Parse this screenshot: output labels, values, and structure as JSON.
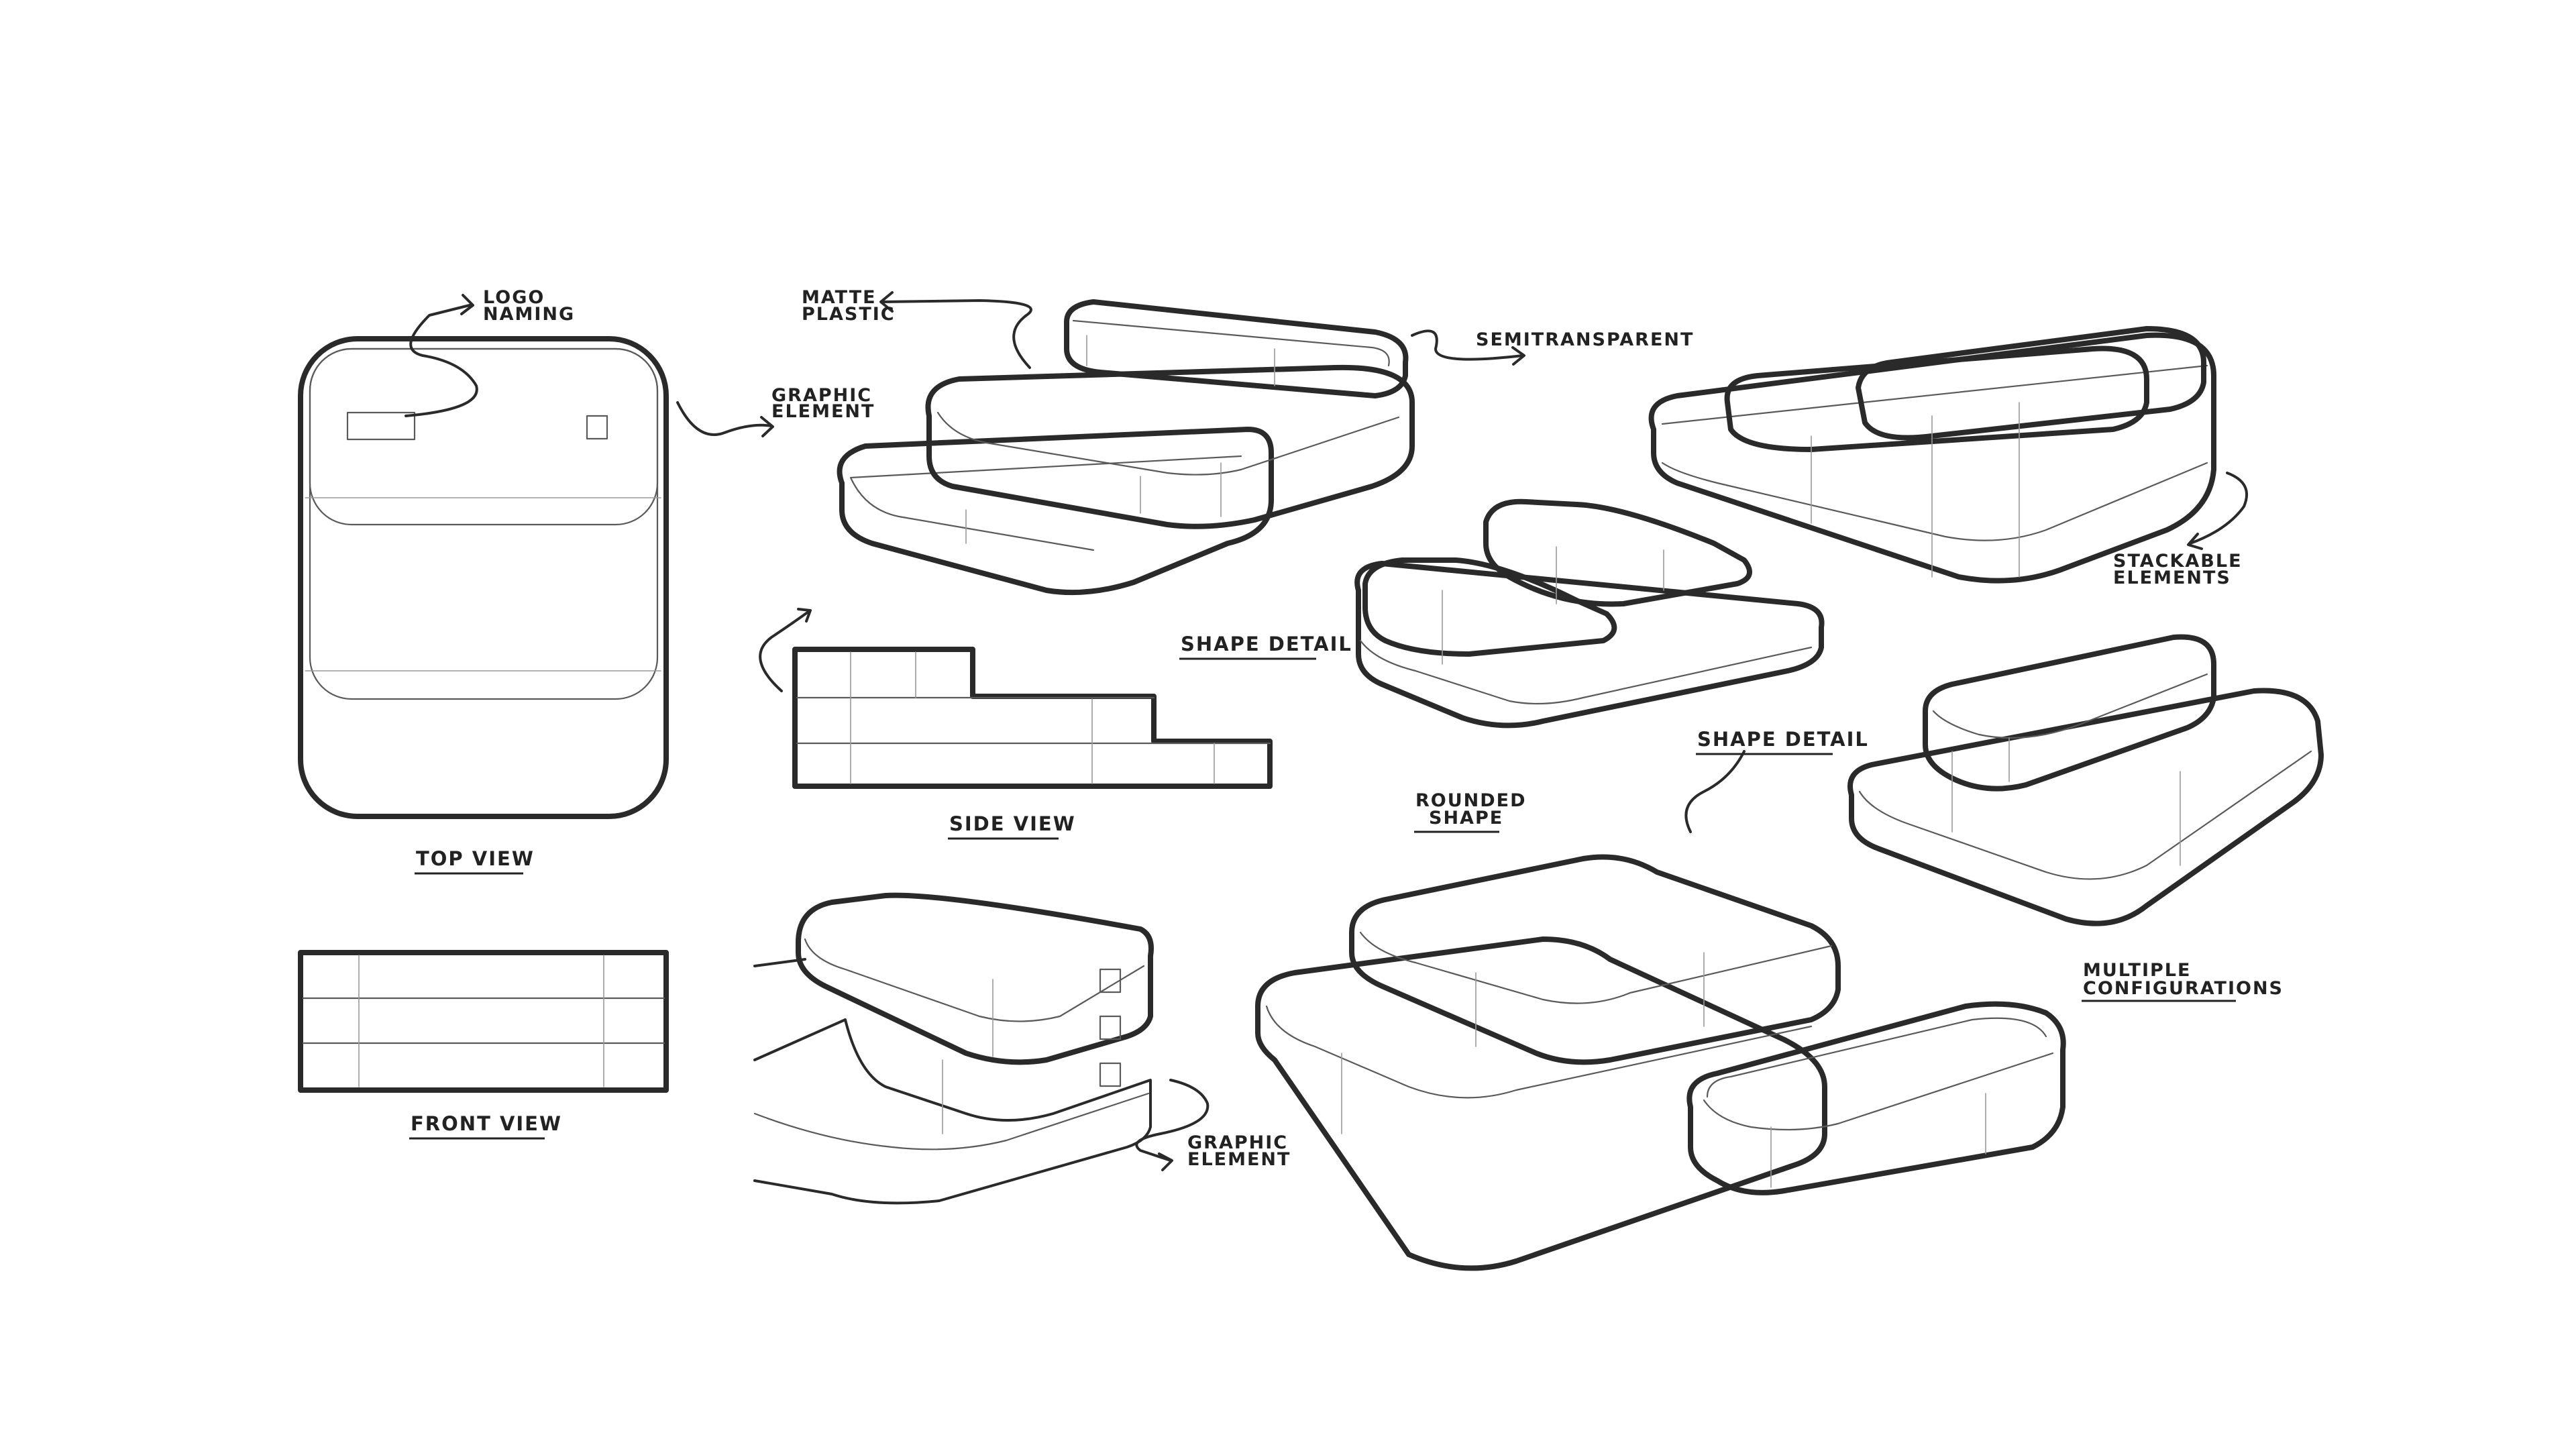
{
  "labels": {
    "logo_naming": [
      "LOGO",
      "NAMING"
    ],
    "graphic_element_top": [
      "GRAPHIC",
      "ELEMENT"
    ],
    "matte_plastic": [
      "MATTE",
      "PLASTIC"
    ],
    "semitransparent": "SEMITRANSPARENT",
    "stackable_elements": [
      "STACKABLE",
      "ELEMENTS"
    ],
    "shape_detail_1": "SHAPE DETAIL",
    "shape_detail_2": "SHAPE DETAIL",
    "side_view": "SIDE VIEW",
    "top_view": "TOP VIEW",
    "front_view": "FRONT VIEW",
    "rounded_shape": [
      "ROUNDED",
      "SHAPE"
    ],
    "multiple_configurations": [
      "MULTIPLE",
      "CONFIGURATIONS"
    ],
    "graphic_element_bottom": [
      "GRAPHIC",
      "ELEMENT"
    ]
  },
  "colors": {
    "ink": "#2a2a2a",
    "paper": "#ffffff"
  }
}
